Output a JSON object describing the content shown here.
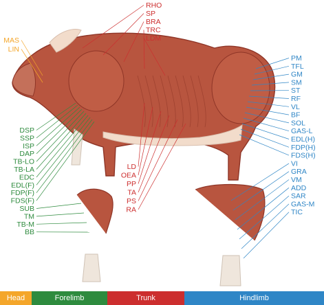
{
  "colors": {
    "head": "#f4a62a",
    "forelimb": "#2e8b3e",
    "trunk": "#cc2e2e",
    "hindlimb": "#2f86c6",
    "muscle": "#b8553f",
    "muscle_dark": "#8e3527",
    "skin": "#f2dccb",
    "bone": "#efe6dc"
  },
  "legend": [
    {
      "key": "head",
      "label": "Head"
    },
    {
      "key": "forelimb",
      "label": "Forelimb"
    },
    {
      "key": "trunk",
      "label": "Trunk"
    },
    {
      "key": "hindlimb",
      "label": "Hindlimb"
    }
  ],
  "labels": {
    "head": [
      "MAS",
      "LIN"
    ],
    "trunk_top": [
      "RHO",
      "SP",
      "BRA",
      "TRC",
      "LDM"
    ],
    "trunk_bottom": [
      "LD",
      "OEA",
      "PP",
      "TA",
      "PS",
      "RA"
    ],
    "forelimb": [
      "DSP",
      "SSP",
      "ISP",
      "DAP",
      "TB-LO",
      "TB-LA",
      "EDC",
      "EDL(F)",
      "FDP(F)",
      "FDS(F)",
      "SUB",
      "TM",
      "TB-M",
      "BB"
    ],
    "hindlimb": [
      "PM",
      "TFL",
      "GM",
      "SM",
      "ST",
      "RF",
      "VL",
      "BF",
      "SOL",
      "GAS-L",
      "EDL(H)",
      "FDP(H)",
      "FDS(H)",
      "VI",
      "GRA",
      "VM",
      "ADD",
      "SAR",
      "GAS-M",
      "TIC"
    ]
  }
}
